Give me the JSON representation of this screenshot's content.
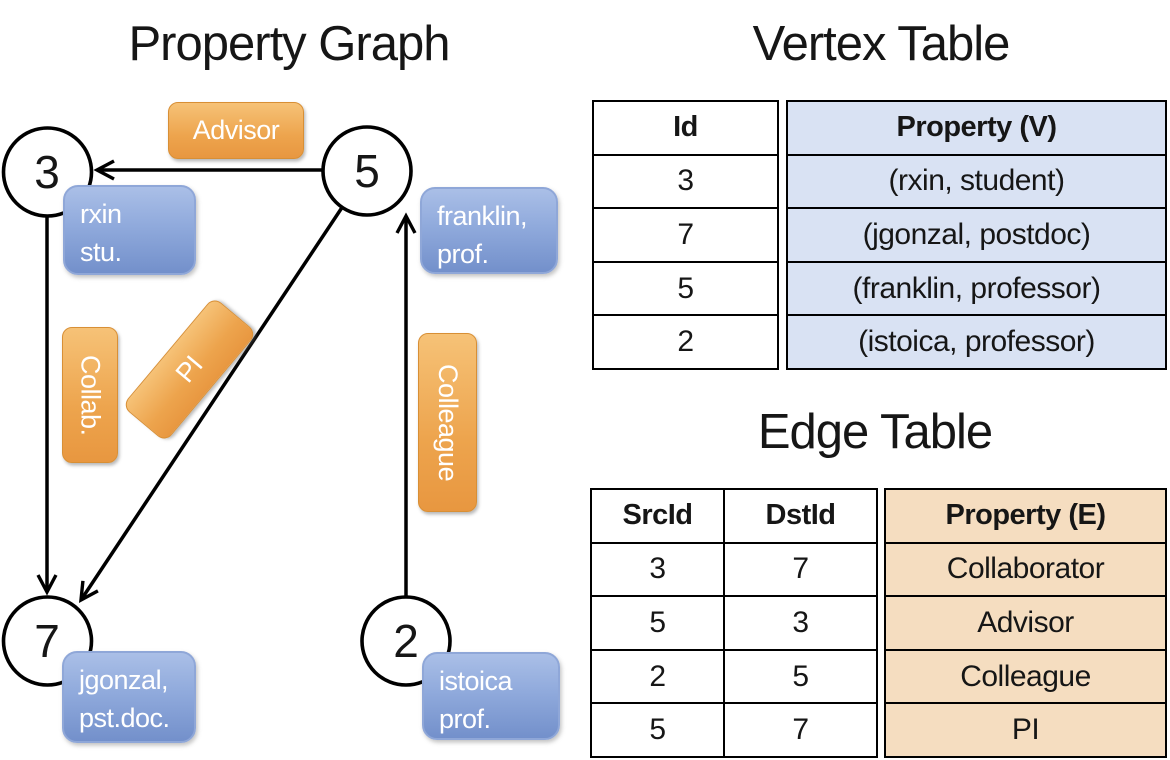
{
  "graph": {
    "title": "Property Graph",
    "nodes": [
      {
        "id": "3",
        "label_lines": [
          "rxin",
          "stu."
        ]
      },
      {
        "id": "5",
        "label_lines": [
          "franklin,",
          "prof."
        ]
      },
      {
        "id": "7",
        "label_lines": [
          "jgonzal,",
          "pst.doc."
        ]
      },
      {
        "id": "2",
        "label_lines": [
          "istoica",
          "prof."
        ]
      }
    ],
    "edges": [
      {
        "from": "5",
        "to": "3",
        "label": "Advisor"
      },
      {
        "from": "3",
        "to": "7",
        "label": "Collab."
      },
      {
        "from": "5",
        "to": "7",
        "label": "PI"
      },
      {
        "from": "2",
        "to": "5",
        "label": "Colleague"
      }
    ]
  },
  "vertex_table": {
    "title": "Vertex Table",
    "columns": [
      "Id",
      "Property (V)"
    ],
    "rows": [
      [
        "3",
        "(rxin, student)"
      ],
      [
        "7",
        "(jgonzal, postdoc)"
      ],
      [
        "5",
        "(franklin, professor)"
      ],
      [
        "2",
        "(istoica, professor)"
      ]
    ]
  },
  "edge_table": {
    "title": "Edge Table",
    "columns": [
      "SrcId",
      "DstId",
      "Property (E)"
    ],
    "rows": [
      [
        "3",
        "7",
        "Collaborator"
      ],
      [
        "5",
        "3",
        "Advisor"
      ],
      [
        "2",
        "5",
        "Colleague"
      ],
      [
        "5",
        "7",
        "PI"
      ]
    ]
  },
  "colors": {
    "edge_label_orange": "#EDA44D",
    "node_card_blue": "#8FA9DB",
    "vertex_property_fill": "#D9E2F3",
    "edge_property_fill": "#F5DDC0",
    "line_black": "#000000"
  }
}
